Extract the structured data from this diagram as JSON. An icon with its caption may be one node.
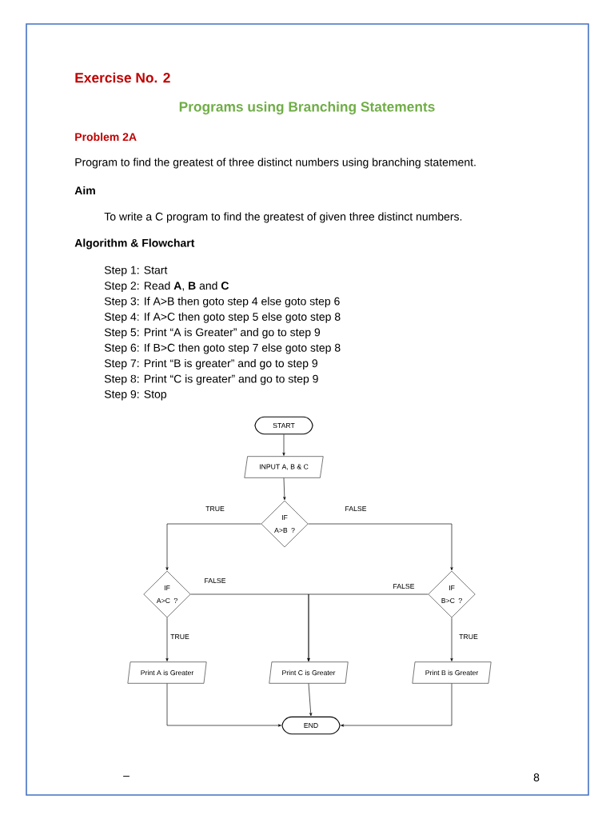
{
  "diagram": {
    "nodes": [
      {
        "text": [
          "START"
        ]
      },
      {
        "text": [
          "INPUT A, B & C"
        ]
      },
      {
        "text": [
          "IF A>B ?"
        ]
      },
      {
        "text": [
          "IF A>C ?"
        ]
      },
      {
        "text": [
          "IF B>C ?"
        ]
      },
      {
        "text": [
          "Print A is Greater"
        ]
      },
      {
        "text": [
          "Print C is Greater"
        ]
      },
      {
        "text": [
          "Print B is Greater"
        ]
      },
      {
        "text": [
          "END"
        ]
      }
    ],
    "edges": [
      {
        "from": 0,
        "to": 1,
        "arrow": "to"
      },
      {
        "from": 1,
        "to": 2,
        "arrow": "to"
      },
      {
        "from": 2,
        "to": 3,
        "arrow": "to",
        "label": "TRUE"
      },
      {
        "from": 2,
        "to": 4,
        "arrow": "to",
        "label": "FALSE"
      },
      {
        "from": 3,
        "to": 5,
        "arrow": "to",
        "label": "TRUE"
      },
      {
        "from": 3,
        "to": 6,
        "arrow": "to",
        "label": "FALSE"
      },
      {
        "from": 4,
        "to": 6,
        "arrow": "to",
        "label": "FALSE"
      },
      {
        "from": 4,
        "to": 7,
        "arrow": "to",
        "label": "TRUE"
      },
      {
        "from": 5,
        "to": 8,
        "arrow": "to"
      },
      {
        "from": 6,
        "to": 8,
        "arrow": "to"
      },
      {
        "from": 7,
        "to": 8,
        "arrow": "to"
      }
    ],
    "labels": [
      "Exercise No. 2",
      "Programs using Branching Statements",
      "Problem 2A",
      "Program to find the greatest of three distinct numbers using branching statement.",
      "Aim",
      "To write a C program to find the greatest of given three distinct numbers.",
      "Algorithm & Flowchart",
      "Step 1: Start",
      "Step 2: Read **A**, **B** and **C**",
      "Step 3: If A>B then goto step 4 else goto step 6",
      "Step 4: If A>C then goto step 5 else goto step 8",
      "Step 5: Print “A is Greater” and go to step 9",
      "Step 6: If B>C then goto step 7 else goto step 8",
      "Step 7: Print “B is greater” and go to step 9",
      "Step 8: Print “C is greater” and go to step 9",
      "Step 9: Stop",
      "–",
      "8"
    ]
  }
}
